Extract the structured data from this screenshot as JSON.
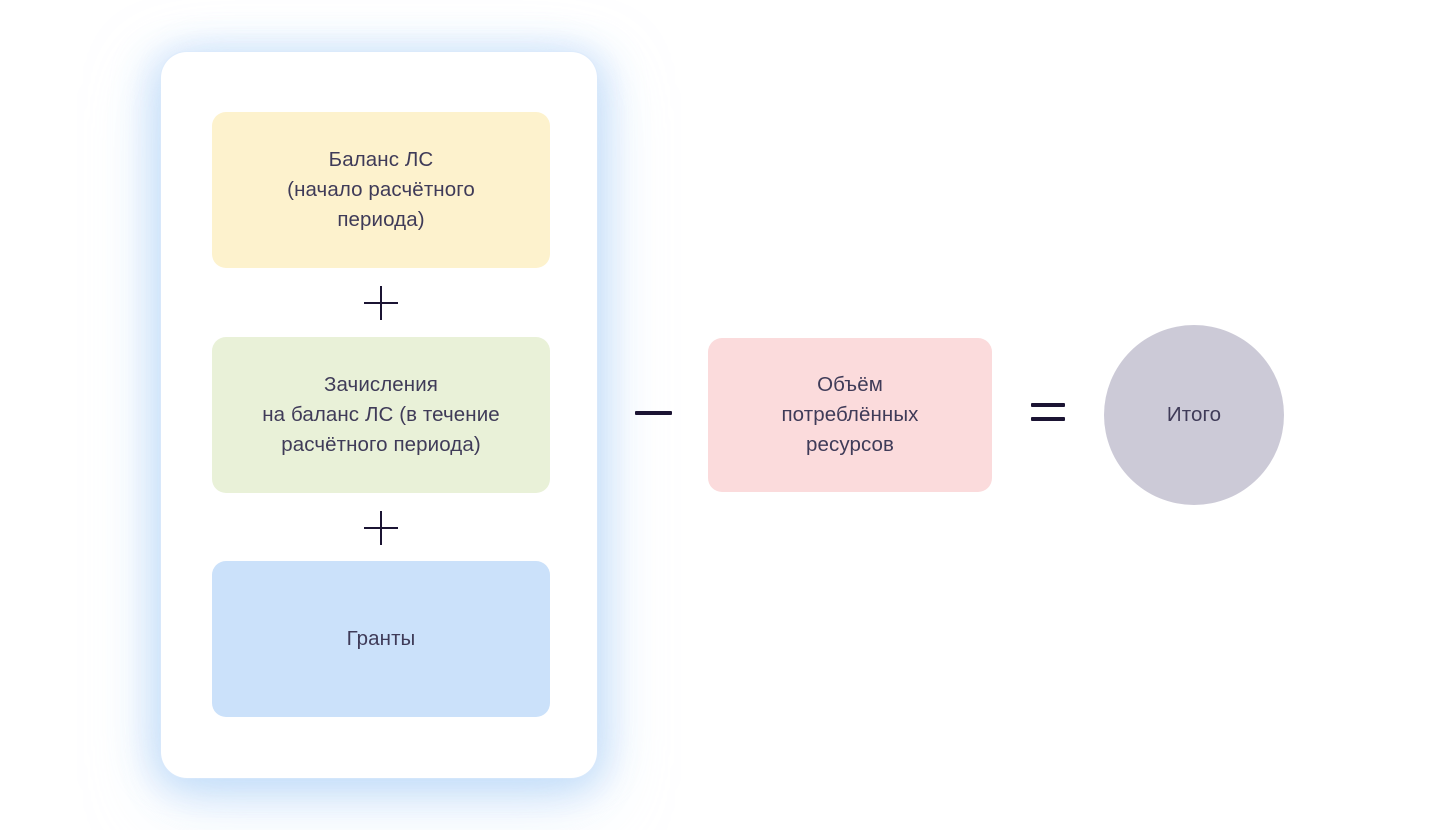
{
  "diagram": {
    "type": "formula-flow",
    "title": "",
    "language": "ru",
    "colors": {
      "background": "#ffffff",
      "card": "#ffffff",
      "card_glow": "#cbe1fa",
      "balance_box": "#fdf2cd",
      "credits_box": "#e9f1d8",
      "grants_box": "#cbe1fa",
      "consumed_box": "#fbdbdc",
      "result_circle": "#cccad7",
      "text": "#3f3b58",
      "operator": "#1b1433"
    },
    "group": {
      "name": "sum-group",
      "terms": [
        {
          "id": "balance",
          "label": "Баланс ЛС\n(начало расчётного\nпериода)",
          "color": "#fdf2cd"
        },
        {
          "id": "credits",
          "label": "Зачисления\nна баланс ЛС (в течение\nрасчётного периода)",
          "color": "#e9f1d8"
        },
        {
          "id": "grants",
          "label": "Гранты",
          "color": "#cbe1fa"
        }
      ],
      "operators": [
        {
          "id": "plus-1",
          "symbol": "+",
          "name": "plus-operator"
        },
        {
          "id": "plus-2",
          "symbol": "+",
          "name": "plus-operator"
        }
      ]
    },
    "subtrahend": {
      "id": "consumed",
      "label": "Объём\nпотреблённых\nресурсов",
      "color": "#fbdbdc"
    },
    "result": {
      "id": "total",
      "label": "Итого",
      "color": "#cccad7"
    },
    "operators": {
      "minus": "−",
      "equals": "="
    }
  }
}
